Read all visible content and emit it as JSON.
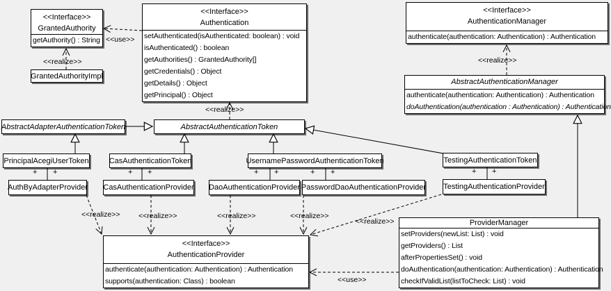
{
  "palette": {
    "background": "#f0f0f0",
    "box_fill": "#ffffff",
    "border": "#000000",
    "text": "#000000"
  },
  "stereotype_labels": {
    "interface": "<<Interface>>",
    "realize": "<<realize>>",
    "use": "<<use>>",
    "plus": "+"
  },
  "classes": {
    "granted_authority": {
      "kind": "interface",
      "stereotype": "<<Interface>>",
      "name": "GrantedAuthority",
      "methods": [
        "getAuthority() : String"
      ]
    },
    "granted_authority_impl": {
      "kind": "class",
      "name": "GrantedAuthorityImpl"
    },
    "authentication": {
      "kind": "interface",
      "stereotype": "<<Interface>>",
      "name": "Authentication",
      "methods": [
        "setAuthenticated(isAuthenticated: boolean) : void",
        "isAuthenticated() : boolean",
        "getAuthorities() : GrantedAuthority[]",
        "getCredentials() : Object",
        "getDetails() : Object",
        "getPrincipal() : Object"
      ]
    },
    "authentication_manager": {
      "kind": "interface",
      "stereotype": "<<Interface>>",
      "name": "AuthenticationManager",
      "methods": [
        "authenticate(authentication: Authentication) : Authentication"
      ]
    },
    "abstract_authentication_manager": {
      "kind": "abstract-class",
      "name": "AbstractAuthenticationManager",
      "methods": [
        "authenticate(authentication: Authentication) : Authentication",
        "doAuthentication(authentication : Authentication) : Authentication"
      ]
    },
    "abstract_adapter_authentication_token": {
      "kind": "abstract-class",
      "name": "AbstractAdapterAuthenticationToken"
    },
    "abstract_authentication_token": {
      "kind": "abstract-class",
      "name": "AbstractAuthenticationToken"
    },
    "principal_acegi_user_token": {
      "kind": "class",
      "name": "PrincipalAcegiUserToken"
    },
    "cas_authentication_token": {
      "kind": "class",
      "name": "CasAuthenticationToken"
    },
    "username_password_authentication_token": {
      "kind": "class",
      "name": "UsernamePasswordAuthenticationToken"
    },
    "testing_authentication_token": {
      "kind": "class",
      "name": "TestingAuthenticationToken"
    },
    "auth_by_adapter_provider": {
      "kind": "class",
      "name": "AuthByAdapterProvider"
    },
    "cas_authentication_provider": {
      "kind": "class",
      "name": "CasAuthenticationProvider"
    },
    "dao_authentication_provider": {
      "kind": "class",
      "name": "DaoAuthenticationProvider"
    },
    "password_dao_authentication_provider": {
      "kind": "class",
      "name": "PasswordDaoAuthenticationProvider"
    },
    "testing_authentication_provider": {
      "kind": "class",
      "name": "TestingAuthenticationProvider"
    },
    "authentication_provider": {
      "kind": "interface",
      "stereotype": "<<Interface>>",
      "name": "AuthenticationProvider",
      "methods": [
        "authenticate(authentication: Authentication) : Authentication",
        "supports(authentication: Class) : boolean"
      ]
    },
    "provider_manager": {
      "kind": "class",
      "name": "ProviderManager",
      "methods": [
        "setProviders(newList: List) : void",
        "getProviders() : List",
        "afterPropertiesSet() : void",
        "doAuthentication(authentication: Authentication) : Authentication",
        "checkIfValidList(listToCheck: List) : void"
      ]
    }
  },
  "relationships": [
    {
      "type": "realization",
      "from": "GrantedAuthorityImpl",
      "to": "GrantedAuthority",
      "label": "<<realize>>"
    },
    {
      "type": "dependency",
      "from": "Authentication",
      "to": "GrantedAuthority",
      "label": "<<use>>"
    },
    {
      "type": "realization",
      "from": "AbstractAuthenticationToken",
      "to": "Authentication",
      "label": "<<realize>>"
    },
    {
      "type": "realization",
      "from": "AbstractAuthenticationManager",
      "to": "AuthenticationManager",
      "label": "<<realize>>"
    },
    {
      "type": "generalization",
      "from": "AbstractAdapterAuthenticationToken",
      "to": "AbstractAuthenticationToken"
    },
    {
      "type": "generalization",
      "from": "PrincipalAcegiUserToken",
      "to": "AbstractAdapterAuthenticationToken"
    },
    {
      "type": "generalization",
      "from": "CasAuthenticationToken",
      "to": "AbstractAuthenticationToken"
    },
    {
      "type": "generalization",
      "from": "UsernamePasswordAuthenticationToken",
      "to": "AbstractAuthenticationToken"
    },
    {
      "type": "generalization",
      "from": "TestingAuthenticationToken",
      "to": "AbstractAuthenticationToken"
    },
    {
      "type": "generalization",
      "from": "ProviderManager",
      "to": "AbstractAuthenticationManager"
    },
    {
      "type": "association",
      "from": "PrincipalAcegiUserToken",
      "to": "AuthByAdapterProvider",
      "end_labels": [
        "+",
        "+"
      ]
    },
    {
      "type": "association",
      "from": "CasAuthenticationToken",
      "to": "CasAuthenticationProvider",
      "end_labels": [
        "+",
        "+"
      ]
    },
    {
      "type": "association",
      "from": "UsernamePasswordAuthenticationToken",
      "to": "DaoAuthenticationProvider",
      "end_labels": [
        "+",
        "+"
      ]
    },
    {
      "type": "association",
      "from": "UsernamePasswordAuthenticationToken",
      "to": "PasswordDaoAuthenticationProvider",
      "end_labels": [
        "+",
        "+"
      ]
    },
    {
      "type": "association",
      "from": "TestingAuthenticationToken",
      "to": "TestingAuthenticationProvider",
      "end_labels": [
        "+",
        "+"
      ]
    },
    {
      "type": "realization",
      "from": "AuthByAdapterProvider",
      "to": "AuthenticationProvider",
      "label": "<<realize>>"
    },
    {
      "type": "realization",
      "from": "CasAuthenticationProvider",
      "to": "AuthenticationProvider",
      "label": "<<realize>>"
    },
    {
      "type": "realization",
      "from": "DaoAuthenticationProvider",
      "to": "AuthenticationProvider",
      "label": "<<realize>>"
    },
    {
      "type": "realization",
      "from": "PasswordDaoAuthenticationProvider",
      "to": "AuthenticationProvider",
      "label": "<<realize>>"
    },
    {
      "type": "realization",
      "from": "TestingAuthenticationProvider",
      "to": "AuthenticationProvider",
      "label": "<<realize>>"
    },
    {
      "type": "dependency",
      "from": "ProviderManager",
      "to": "AuthenticationProvider",
      "label": "<<use>>"
    }
  ]
}
